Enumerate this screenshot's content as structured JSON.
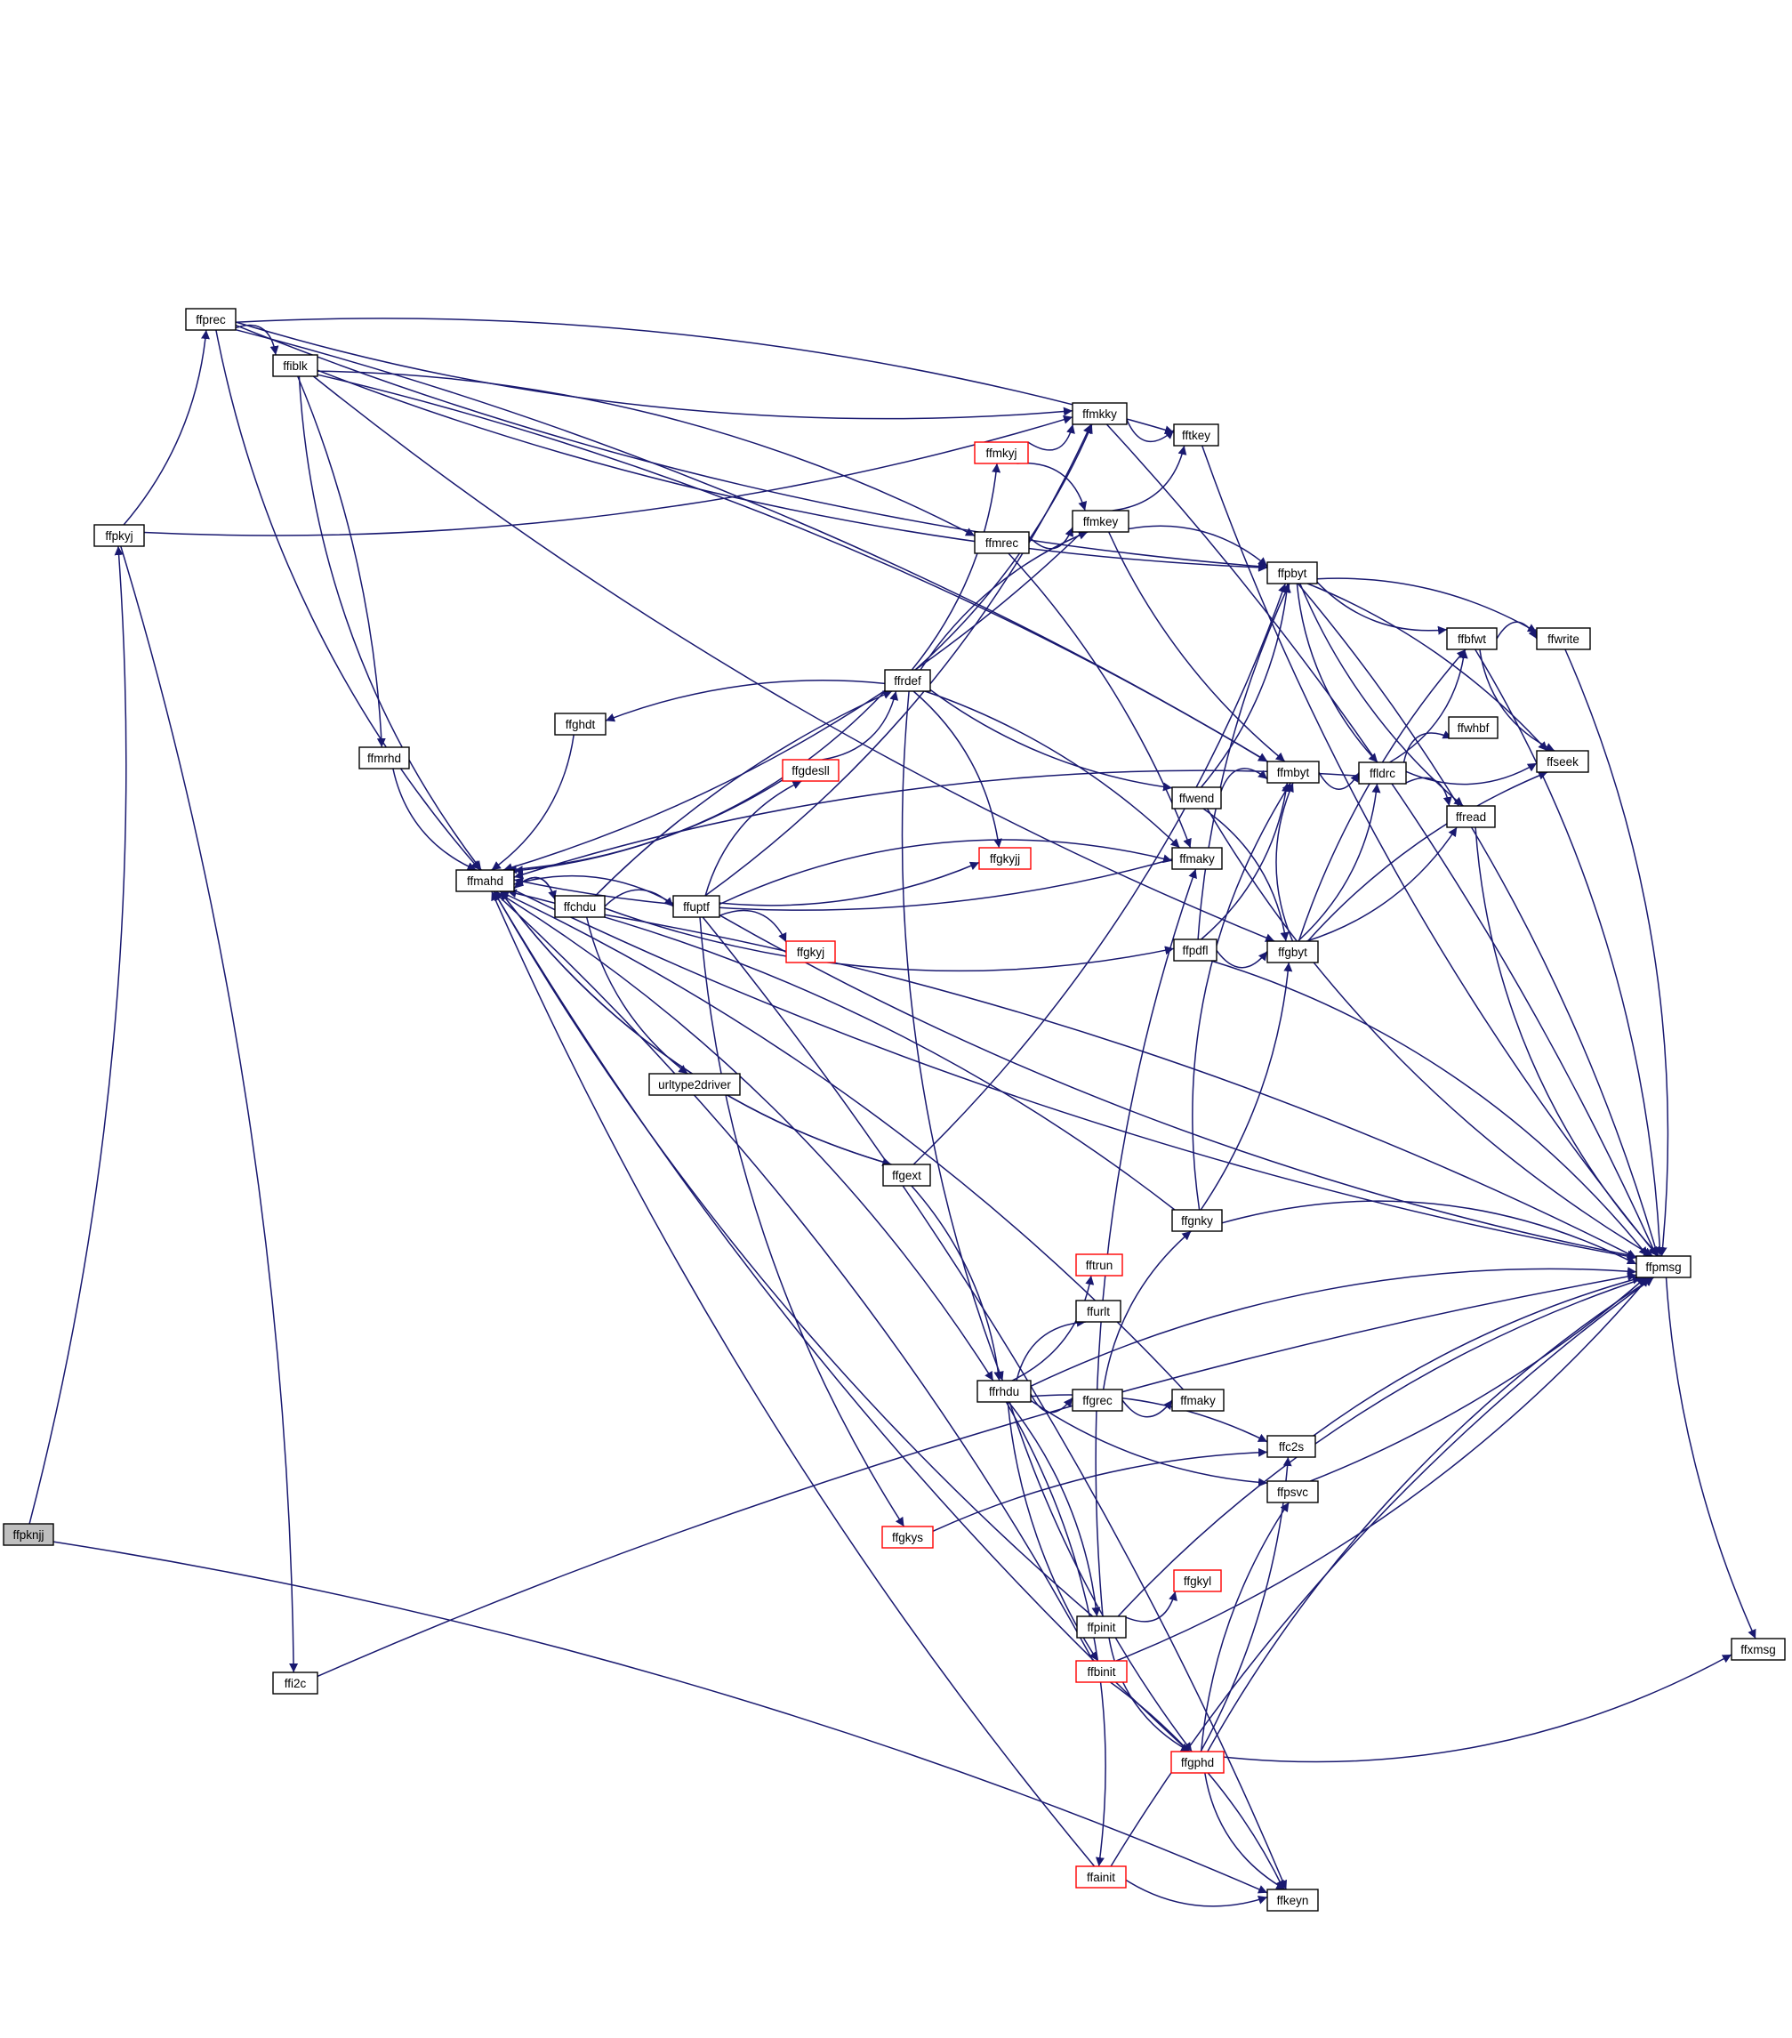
{
  "colors": {
    "background": "#ffffff",
    "edge": "#191970",
    "node_border_default": "#000000",
    "node_border_truncated": "#ff0000",
    "node_fill_default": "#ffffff",
    "node_fill_root": "#bfbfbf"
  },
  "nodes": {
    "ffpknjj": {
      "label": "ffpknjj",
      "style": "root"
    },
    "ffpkyj": {
      "label": "ffpkyj",
      "style": "normal"
    },
    "ffprec": {
      "label": "ffprec",
      "style": "normal"
    },
    "ffiblk": {
      "label": "ffiblk",
      "style": "normal"
    },
    "ffi2c": {
      "label": "ffi2c",
      "style": "normal"
    },
    "ffmrhd": {
      "label": "ffmrhd",
      "style": "normal"
    },
    "ffmahd": {
      "label": "ffmahd",
      "style": "normal"
    },
    "ffghdt": {
      "label": "ffghdt",
      "style": "normal"
    },
    "ffchdu": {
      "label": "ffchdu",
      "style": "normal"
    },
    "urltype2driver": {
      "label": "urltype2driver",
      "style": "normal"
    },
    "ffuptf": {
      "label": "ffuptf",
      "style": "normal"
    },
    "ffgdesll": {
      "label": "ffgdesll",
      "style": "truncated"
    },
    "ffgkyj": {
      "label": "ffgkyj",
      "style": "truncated"
    },
    "ffgkys": {
      "label": "ffgkys",
      "style": "truncated"
    },
    "ffrdef": {
      "label": "ffrdef",
      "style": "normal"
    },
    "ffgext": {
      "label": "ffgext",
      "style": "normal"
    },
    "ffmkyj": {
      "label": "ffmkyj",
      "style": "truncated"
    },
    "ffmrec": {
      "label": "ffmrec",
      "style": "normal"
    },
    "ffmkky": {
      "label": "ffmkky",
      "style": "normal"
    },
    "ffmkey": {
      "label": "ffmkey",
      "style": "normal"
    },
    "fftkey": {
      "label": "fftkey",
      "style": "normal"
    },
    "ffgkyjj": {
      "label": "ffgkyjj",
      "style": "truncated"
    },
    "ffwend": {
      "label": "ffwend",
      "style": "normal"
    },
    "ffmaky_a": {
      "label": "ffmaky",
      "style": "normal"
    },
    "ffpdfl": {
      "label": "ffpdfl",
      "style": "normal"
    },
    "ffgnky": {
      "label": "ffgnky",
      "style": "normal"
    },
    "ffpbyt": {
      "label": "ffpbyt",
      "style": "normal"
    },
    "ffmbyt": {
      "label": "ffmbyt",
      "style": "normal"
    },
    "ffgbyt": {
      "label": "ffgbyt",
      "style": "normal"
    },
    "ffldrc": {
      "label": "ffldrc",
      "style": "normal"
    },
    "ffbfwt": {
      "label": "ffbfwt",
      "style": "normal"
    },
    "ffwhbf": {
      "label": "ffwhbf",
      "style": "normal"
    },
    "ffread": {
      "label": "ffread",
      "style": "normal"
    },
    "ffwrite": {
      "label": "ffwrite",
      "style": "normal"
    },
    "ffseek": {
      "label": "ffseek",
      "style": "normal"
    },
    "ffrhdu": {
      "label": "ffrhdu",
      "style": "normal"
    },
    "fftrun": {
      "label": "fftrun",
      "style": "truncated"
    },
    "ffurlt": {
      "label": "ffurlt",
      "style": "normal"
    },
    "ffgrec": {
      "label": "ffgrec",
      "style": "normal"
    },
    "ffmaky_b": {
      "label": "ffmaky",
      "style": "normal"
    },
    "ffc2s": {
      "label": "ffc2s",
      "style": "normal"
    },
    "ffpsvc": {
      "label": "ffpsvc",
      "style": "normal"
    },
    "ffpinit": {
      "label": "ffpinit",
      "style": "normal"
    },
    "ffgkyl": {
      "label": "ffgkyl",
      "style": "truncated"
    },
    "ffbinit": {
      "label": "ffbinit",
      "style": "truncated"
    },
    "ffgphd": {
      "label": "ffgphd",
      "style": "truncated"
    },
    "ffainit": {
      "label": "ffainit",
      "style": "truncated"
    },
    "ffkeyn": {
      "label": "ffkeyn",
      "style": "normal"
    },
    "ffpmsg": {
      "label": "ffpmsg",
      "style": "normal"
    },
    "ffxmsg": {
      "label": "ffxmsg",
      "style": "normal"
    }
  },
  "edges": [
    [
      "ffpknjj",
      "ffpkyj"
    ],
    [
      "ffpknjj",
      "ffkeyn"
    ],
    [
      "ffpkyj",
      "ffprec"
    ],
    [
      "ffpkyj",
      "ffi2c"
    ],
    [
      "ffpkyj",
      "ffmkky"
    ],
    [
      "ffprec",
      "ffiblk"
    ],
    [
      "ffprec",
      "ffmahd"
    ],
    [
      "ffprec",
      "ffmbyt"
    ],
    [
      "ffprec",
      "ffpbyt"
    ],
    [
      "ffprec",
      "fftkey"
    ],
    [
      "ffprec",
      "ffmkky"
    ],
    [
      "ffiblk",
      "ffmrhd"
    ],
    [
      "ffiblk",
      "ffmahd"
    ],
    [
      "ffiblk",
      "ffmrec"
    ],
    [
      "ffiblk",
      "ffpbyt"
    ],
    [
      "ffiblk",
      "ffmbyt"
    ],
    [
      "ffiblk",
      "ffgbyt"
    ],
    [
      "ffi2c",
      "ffpmsg"
    ],
    [
      "ffmrhd",
      "ffmahd"
    ],
    [
      "ffmahd",
      "ffchdu"
    ],
    [
      "ffmahd",
      "ffgext"
    ],
    [
      "ffmahd",
      "ffrhdu"
    ],
    [
      "ffmahd",
      "ffpmsg"
    ],
    [
      "ffghdt",
      "ffmahd"
    ],
    [
      "ffchdu",
      "ffmahd"
    ],
    [
      "ffchdu",
      "ffuptf"
    ],
    [
      "ffchdu",
      "urltype2driver"
    ],
    [
      "ffchdu",
      "ffrdef"
    ],
    [
      "ffchdu",
      "ffpdfl"
    ],
    [
      "ffchdu",
      "ffpmsg"
    ],
    [
      "ffuptf",
      "ffmahd"
    ],
    [
      "ffuptf",
      "ffgdesll"
    ],
    [
      "ffuptf",
      "ffgkyjj"
    ],
    [
      "ffuptf",
      "ffgkyj"
    ],
    [
      "ffuptf",
      "ffgkys"
    ],
    [
      "ffuptf",
      "ffmaky_a"
    ],
    [
      "ffuptf",
      "ffmkky"
    ],
    [
      "ffuptf",
      "ffkeyn"
    ],
    [
      "ffuptf",
      "ffpmsg"
    ],
    [
      "ffgdesll",
      "ffmahd"
    ],
    [
      "ffgdesll",
      "ffrdef"
    ],
    [
      "ffgkys",
      "ffc2s"
    ],
    [
      "ffrdef",
      "ffghdt"
    ],
    [
      "ffrdef",
      "ffmahd"
    ],
    [
      "ffrdef",
      "ffmkyj"
    ],
    [
      "ffrdef",
      "ffmkey"
    ],
    [
      "ffrdef",
      "ffmkky"
    ],
    [
      "ffrdef",
      "ffgkyjj"
    ],
    [
      "ffrdef",
      "ffwend"
    ],
    [
      "ffrdef",
      "ffmaky_a"
    ],
    [
      "ffrdef",
      "ffrhdu"
    ],
    [
      "ffgext",
      "ffmahd"
    ],
    [
      "ffgext",
      "ffpbyt"
    ],
    [
      "ffgext",
      "ffrhdu"
    ],
    [
      "ffmkyj",
      "ffmkky"
    ],
    [
      "ffmkyj",
      "ffmkey"
    ],
    [
      "ffmrec",
      "ffmkey"
    ],
    [
      "ffmrec",
      "ffmaky_a"
    ],
    [
      "ffmkky",
      "fftkey"
    ],
    [
      "ffmkky",
      "ffpmsg"
    ],
    [
      "ffmkey",
      "fftkey"
    ],
    [
      "ffmkey",
      "ffpbyt"
    ],
    [
      "ffmkey",
      "ffmbyt"
    ],
    [
      "ffmkey",
      "ffmahd"
    ],
    [
      "fftkey",
      "ffpmsg"
    ],
    [
      "ffwend",
      "ffmbyt"
    ],
    [
      "ffwend",
      "ffpbyt"
    ],
    [
      "ffwend",
      "ffgbyt"
    ],
    [
      "ffwend",
      "ffpmsg"
    ],
    [
      "ffmaky_a",
      "ffmahd"
    ],
    [
      "ffpdfl",
      "ffmbyt"
    ],
    [
      "ffpdfl",
      "ffpbyt"
    ],
    [
      "ffpdfl",
      "ffgbyt"
    ],
    [
      "ffpdfl",
      "ffpmsg"
    ],
    [
      "ffgnky",
      "ffmahd"
    ],
    [
      "ffgnky",
      "ffmbyt"
    ],
    [
      "ffgnky",
      "ffgbyt"
    ],
    [
      "ffgnky",
      "ffpmsg"
    ],
    [
      "ffpbyt",
      "ffbfwt"
    ],
    [
      "ffpbyt",
      "ffwrite"
    ],
    [
      "ffpbyt",
      "ffldrc"
    ],
    [
      "ffpbyt",
      "ffseek"
    ],
    [
      "ffpbyt",
      "ffread"
    ],
    [
      "ffpbyt",
      "ffpmsg"
    ],
    [
      "ffmbyt",
      "ffldrc"
    ],
    [
      "ffgbyt",
      "ffmbyt"
    ],
    [
      "ffgbyt",
      "ffldrc"
    ],
    [
      "ffgbyt",
      "ffbfwt"
    ],
    [
      "ffgbyt",
      "ffread"
    ],
    [
      "ffgbyt",
      "ffseek"
    ],
    [
      "ffldrc",
      "ffbfwt"
    ],
    [
      "ffldrc",
      "ffwhbf"
    ],
    [
      "ffldrc",
      "ffseek"
    ],
    [
      "ffldrc",
      "ffread"
    ],
    [
      "ffldrc",
      "ffmahd"
    ],
    [
      "ffbfwt",
      "ffwrite"
    ],
    [
      "ffbfwt",
      "ffseek"
    ],
    [
      "ffbfwt",
      "ffpmsg"
    ],
    [
      "ffread",
      "ffpmsg"
    ],
    [
      "ffwrite",
      "ffpmsg"
    ],
    [
      "ffrhdu",
      "fftrun"
    ],
    [
      "ffrhdu",
      "ffurlt"
    ],
    [
      "ffrhdu",
      "ffgrec"
    ],
    [
      "ffrhdu",
      "ffc2s"
    ],
    [
      "ffrhdu",
      "ffpsvc"
    ],
    [
      "ffrhdu",
      "ffpinit"
    ],
    [
      "ffrhdu",
      "ffbinit"
    ],
    [
      "ffrhdu",
      "ffainit"
    ],
    [
      "ffrhdu",
      "ffgphd"
    ],
    [
      "ffrhdu",
      "ffpmsg"
    ],
    [
      "ffgrec",
      "ffmaky_b"
    ],
    [
      "ffgrec",
      "ffgnky"
    ],
    [
      "ffmaky_b",
      "ffmahd"
    ],
    [
      "ffc2s",
      "ffpmsg"
    ],
    [
      "ffpsvc",
      "ffpmsg"
    ],
    [
      "ffpinit",
      "ffmahd"
    ],
    [
      "ffpinit",
      "ffgkyl"
    ],
    [
      "ffpinit",
      "ffmaky_a"
    ],
    [
      "ffpinit",
      "ffgphd"
    ],
    [
      "ffpinit",
      "ffpmsg"
    ],
    [
      "ffbinit",
      "ffmahd"
    ],
    [
      "ffbinit",
      "ffkeyn"
    ],
    [
      "ffbinit",
      "ffpmsg"
    ],
    [
      "ffgphd",
      "ffmahd"
    ],
    [
      "ffgphd",
      "ffc2s"
    ],
    [
      "ffgphd",
      "ffpsvc"
    ],
    [
      "ffgphd",
      "ffkeyn"
    ],
    [
      "ffgphd",
      "ffpmsg"
    ],
    [
      "ffgphd",
      "ffxmsg"
    ],
    [
      "ffainit",
      "ffmahd"
    ],
    [
      "ffainit",
      "ffkeyn"
    ],
    [
      "ffainit",
      "ffpmsg"
    ],
    [
      "ffpmsg",
      "ffxmsg"
    ]
  ]
}
